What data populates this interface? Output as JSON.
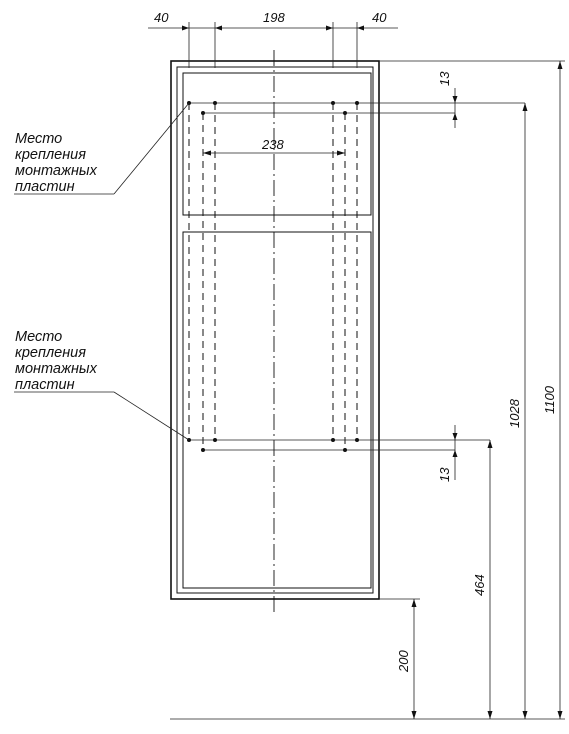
{
  "dimensions": {
    "top_left_offset": "40",
    "top_center_spacing": "198",
    "top_right_offset": "40",
    "inner_width": "238",
    "top_margin": "13",
    "bottom_margin": "13",
    "mount_span": "1028",
    "total_height": "1100",
    "lower_mount_height": "464",
    "floor_gap": "200"
  },
  "callouts": {
    "upper": [
      "Место",
      "крепления",
      "монтажных",
      "пластин"
    ],
    "lower": [
      "Место",
      "крепления",
      "монтажных",
      "пластин"
    ]
  }
}
